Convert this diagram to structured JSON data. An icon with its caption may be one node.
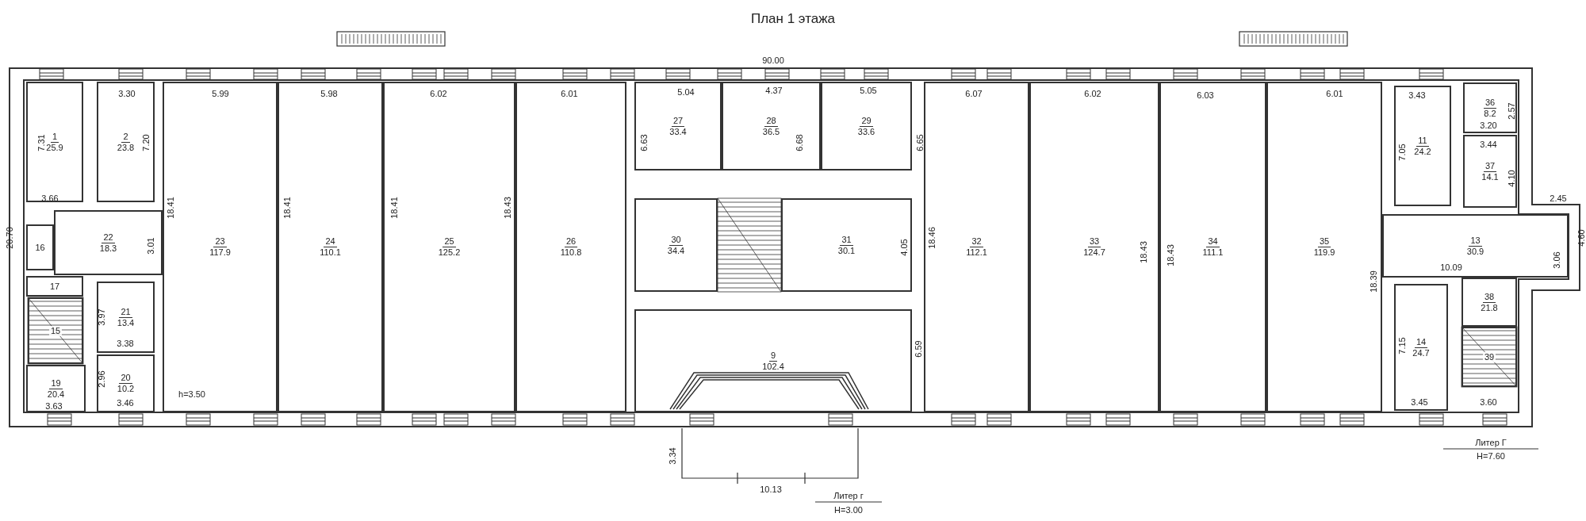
{
  "diagram": {
    "title": "План 1 этажа",
    "nodes": [
      {
        "text": [
          "1",
          "25.9"
        ]
      },
      {
        "text": [
          "2",
          "23.8"
        ]
      },
      {
        "text": [
          "23",
          "117.9"
        ]
      },
      {
        "text": [
          "24",
          "110.1"
        ]
      },
      {
        "text": [
          "25",
          "125.2"
        ]
      },
      {
        "text": [
          "26",
          "110.8"
        ]
      },
      {
        "text": [
          "27",
          "33.4"
        ]
      },
      {
        "text": [
          "28",
          "36.5"
        ]
      },
      {
        "text": [
          "29",
          "33.6"
        ]
      },
      {
        "text": [
          "32",
          "112.1"
        ]
      },
      {
        "text": [
          "33",
          "124.7"
        ]
      },
      {
        "text": [
          "34",
          "111.1"
        ]
      },
      {
        "text": [
          "35",
          "119.9"
        ]
      },
      {
        "text": [
          "11",
          "24.2"
        ]
      },
      {
        "text": [
          "36",
          "8.2"
        ]
      },
      {
        "text": [
          "37",
          "14.1"
        ]
      },
      {
        "text": [
          "16"
        ]
      },
      {
        "text": [
          "22",
          "18.3"
        ]
      },
      {
        "text": [
          "30",
          "34.4"
        ]
      },
      {
        "text": [
          "31",
          "30.1"
        ]
      },
      {
        "text": [
          "13",
          "30.9"
        ]
      },
      {
        "text": [
          "17"
        ]
      },
      {
        "text": [
          "15"
        ]
      },
      {
        "text": [
          "21",
          "13.4"
        ]
      },
      {
        "text": [
          "38",
          "21.8"
        ]
      },
      {
        "text": [
          "39"
        ]
      },
      {
        "text": [
          "14",
          "24.7"
        ]
      },
      {
        "text": [
          "20",
          "10.2"
        ]
      },
      {
        "text": [
          "9",
          "102.4"
        ]
      },
      {
        "text": [
          "19",
          "20.4"
        ]
      }
    ],
    "labels": [
      "20.70",
      "7.31",
      "3.30",
      "7.20",
      "5.99",
      "5.98",
      "6.02",
      "6.01",
      "90.00",
      "5.04",
      "4.37",
      "5.05",
      "6.07",
      "6.02",
      "6.03",
      "6.01",
      "3.43",
      "2.57",
      "3.20",
      "3.44",
      "4.10",
      "7.05",
      "6.63",
      "6.68",
      "6.65",
      "3.66",
      "18.41",
      "18.41",
      "18.41",
      "18.43",
      "3.01",
      "4.05",
      "18.46",
      "18.43",
      "18.43",
      "2.45",
      "4.60",
      "3.06",
      "10.09",
      "18.39",
      "3.97",
      "3.38",
      "2.96",
      "3.46",
      "h=3.50",
      "3.63",
      "6.59",
      "7.15",
      "3.45",
      "3.60",
      "3.34",
      "10.13",
      "Литер г",
      "Н=3.00",
      "Литер Г",
      "Н=7.60"
    ]
  }
}
